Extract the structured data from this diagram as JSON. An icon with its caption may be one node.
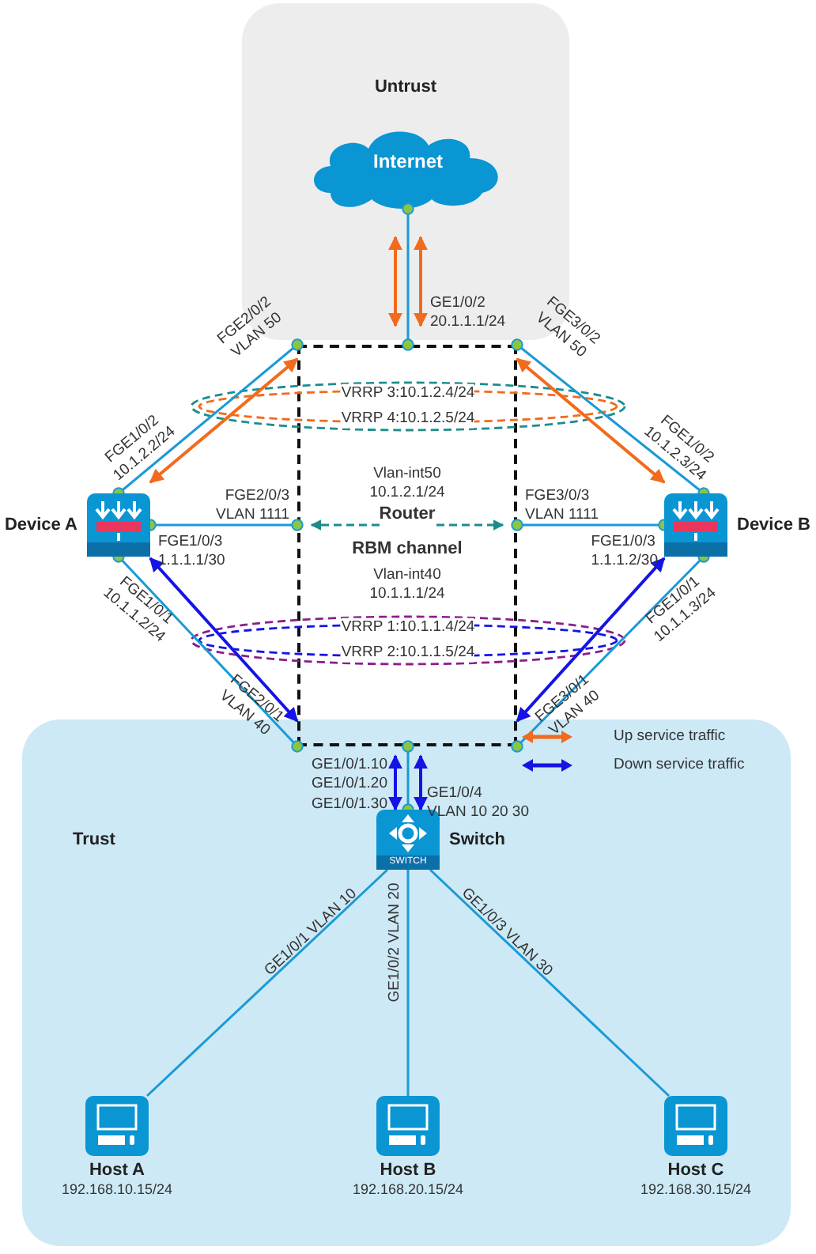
{
  "diagram": {
    "nodes": [
      {
        "text": [
          "Untrust"
        ]
      },
      {
        "text": [
          "Internet"
        ],
        "in": 0
      },
      {
        "text": [
          "Trust"
        ]
      },
      {
        "text": [
          "Vlan-int50 10.1.2.1/24",
          "Router",
          "RBM channel",
          "Vlan-int40 10.1.1.1/24"
        ]
      },
      {
        "text": [
          "Device A"
        ]
      },
      {
        "text": [
          "Device B"
        ]
      },
      {
        "text": [
          "Switch"
        ],
        "in": 2
      },
      {
        "text": [
          "Host A",
          "192.168.10.15/24"
        ],
        "in": 2
      },
      {
        "text": [
          "Host B",
          "192.168.20.15/24"
        ],
        "in": 2
      },
      {
        "text": [
          "Host C",
          "192.168.30.15/24"
        ],
        "in": 2
      }
    ],
    "edges": [
      {
        "from": 1,
        "to": 3,
        "arrow": "other"
      },
      {
        "from": 1,
        "to": 3,
        "arrow": "both",
        "color": "#f26a1b"
      },
      {
        "from": 1,
        "to": 3,
        "arrow": "both",
        "color": "#f26a1b"
      },
      {
        "from": 4,
        "to": 3,
        "arrow": "other"
      },
      {
        "from": 4,
        "to": 3,
        "arrow": "both",
        "color": "#f26a1b"
      },
      {
        "from": 5,
        "to": 3,
        "arrow": "other"
      },
      {
        "from": 5,
        "to": 3,
        "arrow": "both",
        "color": "#f26a1b"
      },
      {
        "from": 4,
        "to": 3,
        "arrow": "other"
      },
      {
        "from": 5,
        "to": 3,
        "arrow": "other"
      },
      {
        "from": 4,
        "to": 3,
        "arrow": "other"
      },
      {
        "from": 4,
        "to": 3,
        "arrow": "both",
        "color": "#1414e6"
      },
      {
        "from": 5,
        "to": 3,
        "arrow": "other"
      },
      {
        "from": 5,
        "to": 3,
        "arrow": "both",
        "color": "#1414e6"
      },
      {
        "from": 3,
        "to": 6,
        "arrow": "other"
      },
      {
        "from": 3,
        "to": 6,
        "arrow": "both",
        "color": "#1414e6"
      },
      {
        "from": 3,
        "to": 6,
        "arrow": "both",
        "color": "#1414e6"
      },
      {
        "from": 6,
        "to": 7,
        "arrow": "none"
      },
      {
        "from": 6,
        "to": 8,
        "arrow": "none"
      },
      {
        "from": 6,
        "to": 9,
        "arrow": "none"
      }
    ],
    "labels": [
      "FGE2/0/2 VLAN 50",
      "GE1/0/2 20.1.1.1/24",
      "FGE3/0/2 VLAN 50",
      "VRRP 3:10.1.2.4/24",
      "VRRP 4:10.1.2.5/24",
      "FGE1/0/2 10.1.2.2/24",
      "FGE1/0/2 10.1.2.3/24",
      "FGE2/0/3 VLAN 1111",
      "FGE3/0/3 VLAN 1111",
      "FGE1/0/3 1.1.1.1/30",
      "FGE1/0/3 1.1.1.2/30",
      "FGE1/0/1 10.1.1.2/24",
      "FGE1/0/1 10.1.1.3/24",
      "VRRP 1:10.1.1.4/24",
      "VRRP 2:10.1.1.5/24",
      "FGE2/0/1 VLAN 40",
      "FGE3/0/1 VLAN 40",
      "GE1/0/1.10 GE1/0/1.20 GE1/0/1.30",
      "GE1/0/4 VLAN 10 20 30",
      "GE1/0/1 VLAN 10",
      "GE1/0/2 VLAN 20",
      "GE1/0/3 VLAN 30",
      "SWITCH"
    ],
    "legend": [
      {
        "text": "Up service traffic"
      },
      {
        "text": "Down service traffic"
      }
    ]
  }
}
